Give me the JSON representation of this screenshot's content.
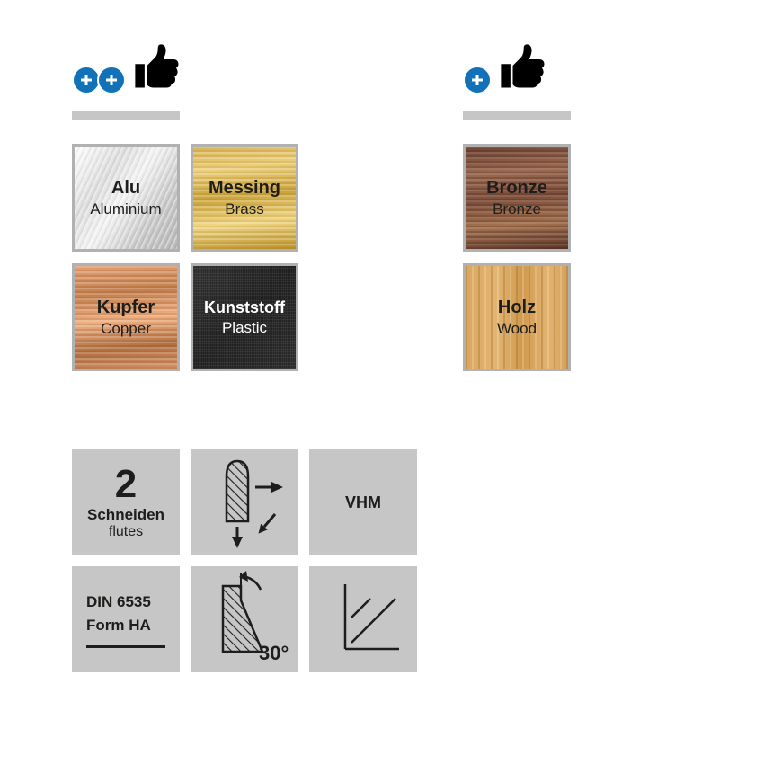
{
  "colors": {
    "accent_blue": "#1272b9",
    "tile_gray": "#c6c6c6",
    "swatch_border": "#b1b1b1",
    "text_dark": "#1d1d1b",
    "text_light": "#ffffff"
  },
  "ratings": {
    "left": {
      "plus_count": 2
    },
    "right": {
      "plus_count": 1
    }
  },
  "materials": {
    "left": [
      {
        "name": "Alu",
        "subtitle": "Aluminium",
        "material": "aluminium"
      },
      {
        "name": "Messing",
        "subtitle": "Brass",
        "material": "brass"
      },
      {
        "name": "Kupfer",
        "subtitle": "Copper",
        "material": "copper"
      },
      {
        "name": "Kunststoff",
        "subtitle": "Plastic",
        "material": "plastic"
      }
    ],
    "right": [
      {
        "name": "Bronze",
        "subtitle": "Bronze",
        "material": "bronze"
      },
      {
        "name": "Holz",
        "subtitle": "Wood",
        "material": "wood"
      }
    ]
  },
  "specs": {
    "flutes": {
      "value": "2",
      "label_de": "Schneiden",
      "label_en": "flutes"
    },
    "shank_type": "VHM",
    "din": {
      "line1": "DIN 6535",
      "line2": "Form HA"
    },
    "angle": "30°"
  },
  "icons": {
    "plus": "plus-icon",
    "thumb": "thumbs-up-icon",
    "drill": "drill-chip-direction-icon",
    "angle": "angle-30-icon",
    "corner": "corner-profile-icon"
  }
}
